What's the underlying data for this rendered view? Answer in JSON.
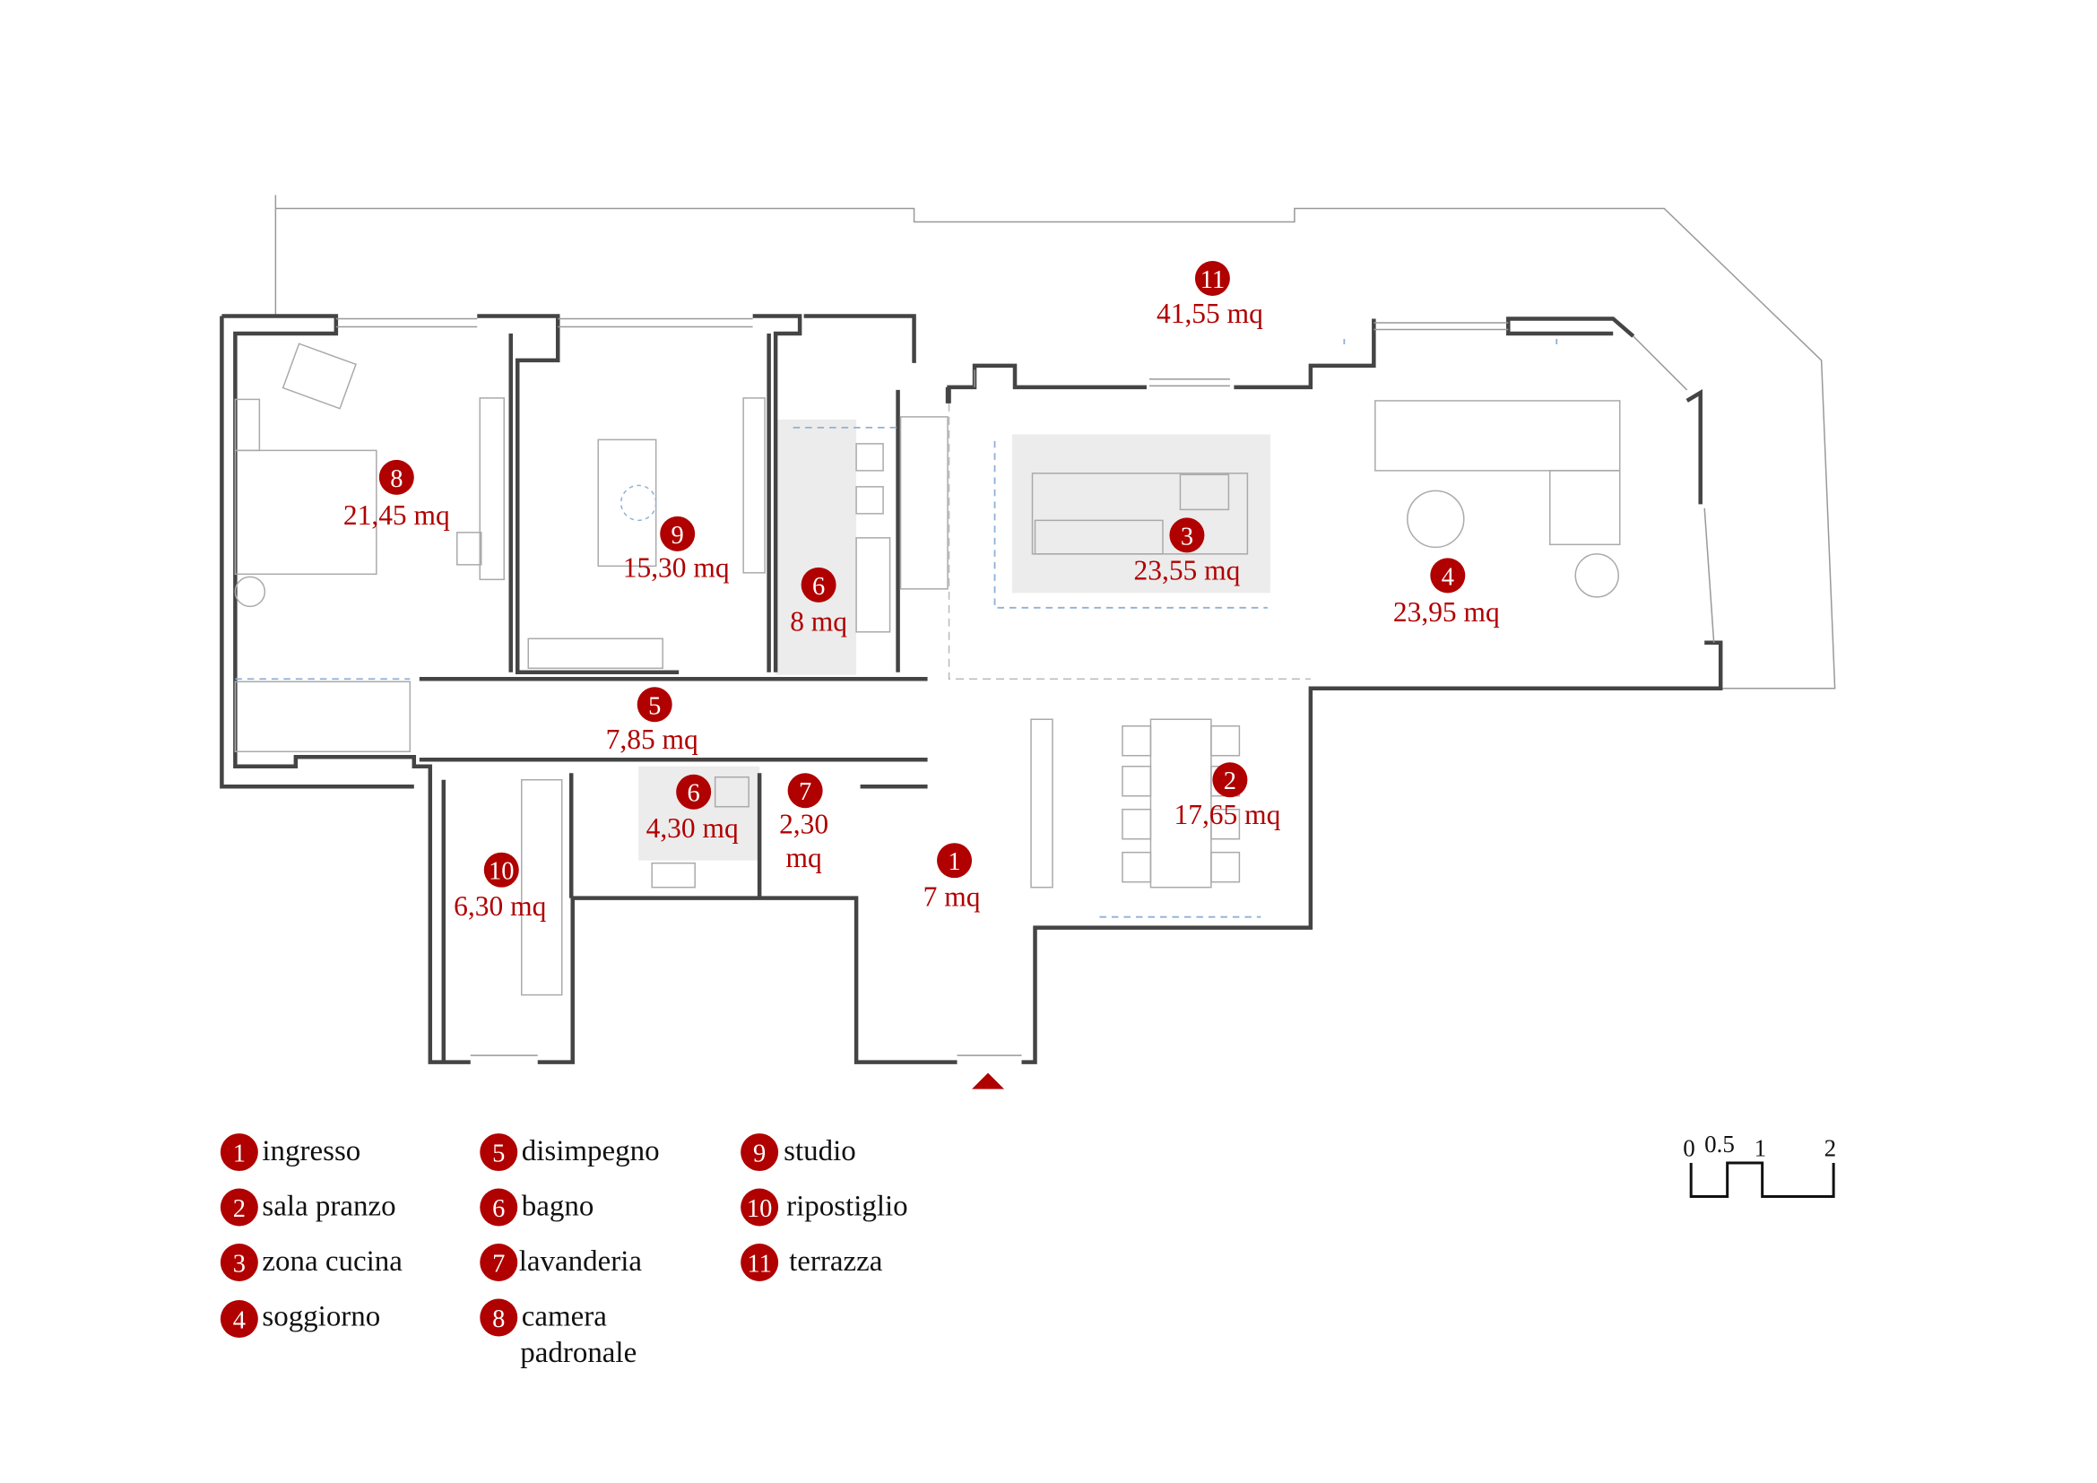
{
  "colors": {
    "accent": "#b00000",
    "wall": "#444444"
  },
  "rooms": [
    {
      "num": "11",
      "area": "41,55 mq"
    },
    {
      "num": "8",
      "area": "21,45 mq"
    },
    {
      "num": "9",
      "area": "15,30 mq"
    },
    {
      "num": "6",
      "area": "8 mq"
    },
    {
      "num": "3",
      "area": "23,55 mq"
    },
    {
      "num": "4",
      "area": "23,95 mq"
    },
    {
      "num": "5",
      "area": "7,85 mq"
    },
    {
      "num": "6",
      "area": "4,30 mq"
    },
    {
      "num": "7",
      "area": "2,30",
      "area2": "mq"
    },
    {
      "num": "2",
      "area": "17,65 mq"
    },
    {
      "num": "1",
      "area": "7 mq"
    },
    {
      "num": "10",
      "area": "6,30 mq"
    }
  ],
  "legend": [
    {
      "num": "1",
      "label": "ingresso"
    },
    {
      "num": "2",
      "label": "sala pranzo"
    },
    {
      "num": "3",
      "label": "zona cucina"
    },
    {
      "num": "4",
      "label": "soggiorno"
    },
    {
      "num": "5",
      "label": "disimpegno"
    },
    {
      "num": "6",
      "label": "bagno"
    },
    {
      "num": "7",
      "label": "lavanderia"
    },
    {
      "num": "8",
      "label": "camera",
      "label2": "padronale"
    },
    {
      "num": "9",
      "label": "studio"
    },
    {
      "num": "10",
      "label": "ripostiglio"
    },
    {
      "num": "11",
      "label": "terrazza"
    }
  ],
  "scale_bar": {
    "labels": [
      "0",
      "0.5",
      "1",
      "2"
    ]
  }
}
